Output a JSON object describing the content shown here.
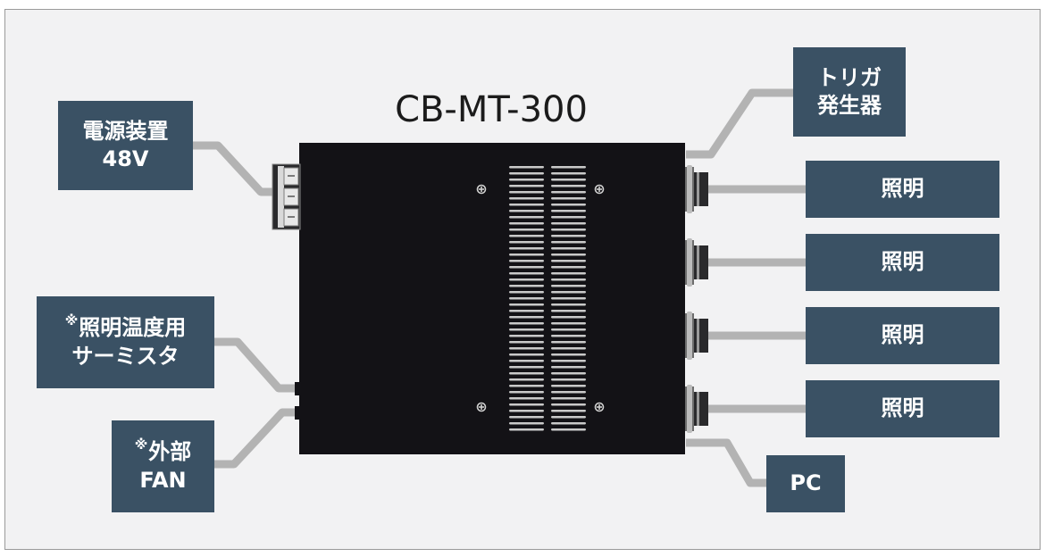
{
  "device": {
    "model": "CB-MT-300"
  },
  "left_connections": {
    "power": {
      "line1": "電源装置",
      "line2": "48V"
    },
    "thermistor": {
      "mark": "※",
      "line1": "照明温度用",
      "line2": "サーミスタ"
    },
    "fan": {
      "mark": "※",
      "line1": "外部",
      "line2": "FAN"
    }
  },
  "right_connections": {
    "trigger": {
      "line1": "トリガ",
      "line2": "発生器"
    },
    "lights": [
      {
        "label": "照明"
      },
      {
        "label": "照明"
      },
      {
        "label": "照明"
      },
      {
        "label": "照明"
      }
    ],
    "pc": {
      "label": "PC"
    }
  },
  "colors": {
    "label_box": "#3a5164",
    "device_body": "#131216",
    "cable": "#b3b3b3",
    "background": "#f2f2f3"
  }
}
